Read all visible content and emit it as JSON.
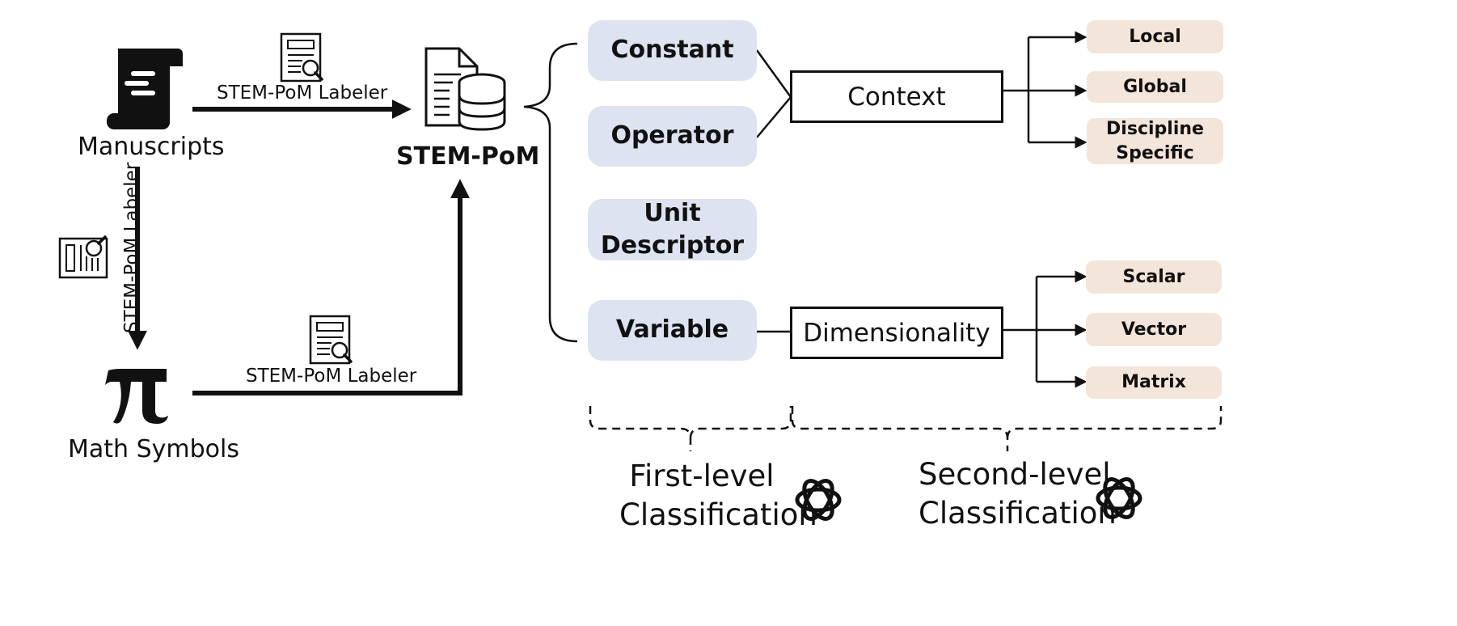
{
  "sources": {
    "manuscripts": "Manuscripts",
    "math_symbols": "Math Symbols"
  },
  "dataset": {
    "name": "STEM-PoM"
  },
  "labeler": {
    "top": "STEM-PoM Labeler",
    "vertical": "STEM-PoM Labeler",
    "bottom": "STEM-PoM Labeler"
  },
  "first_level": {
    "constant": "Constant",
    "operator": "Operator",
    "unit_descriptor_line1": "Unit",
    "unit_descriptor_line2": "Descriptor",
    "variable": "Variable"
  },
  "attributes": {
    "context": "Context",
    "dimensionality": "Dimensionality"
  },
  "second_level": {
    "local": "Local",
    "global": "Global",
    "discipline_line1": "Discipline",
    "discipline_line2": "Specific",
    "scalar": "Scalar",
    "vector": "Vector",
    "matrix": "Matrix"
  },
  "levels": {
    "first_line1": "First-level",
    "first_line2": "Classification",
    "second_line1": "Second-level",
    "second_line2": "Classification"
  },
  "icons": {
    "manuscript": "scroll-icon",
    "math": "pi-icon",
    "dataset": "document-database-icon",
    "labeler": "document-magnifier-icon",
    "model": "openai-logo-icon"
  }
}
